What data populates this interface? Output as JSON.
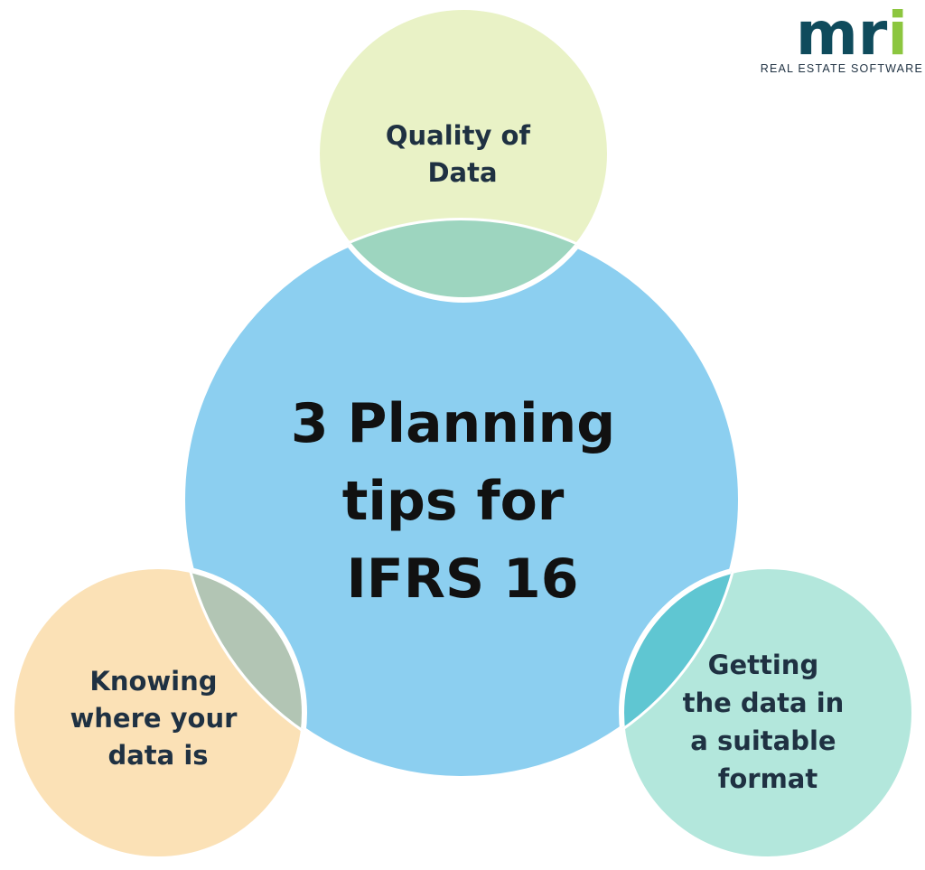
{
  "logo": {
    "wordmark_a": "mr",
    "wordmark_b": "i",
    "tagline": "REAL ESTATE SOFTWARE",
    "primary_color": "#0f4b5c",
    "accent_color": "#8cc63f"
  },
  "center": {
    "lines": [
      "3 Planning",
      "tips for",
      "IFRS 16"
    ],
    "color": "#8ccff0"
  },
  "tips": [
    {
      "id": "quality",
      "lines": [
        "Quality of",
        "Data"
      ],
      "color": "#e9f2c6"
    },
    {
      "id": "knowing",
      "lines": [
        "Knowing",
        "where your",
        "data is"
      ],
      "color": "#fbe1b6"
    },
    {
      "id": "format",
      "lines": [
        "Getting",
        "the data in",
        "a suitable",
        "format"
      ],
      "color": "#b3e7dc"
    }
  ]
}
